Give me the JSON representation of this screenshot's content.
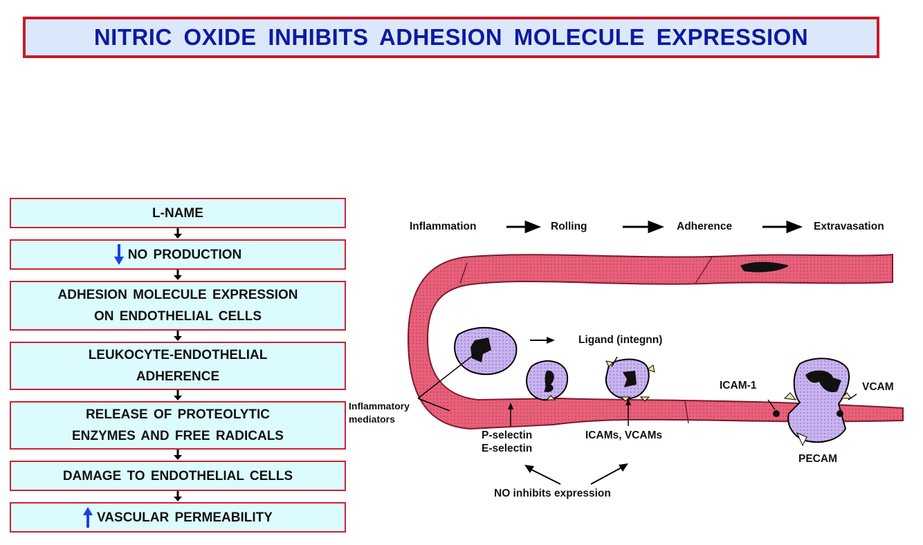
{
  "title": "NITRIC  OXIDE  INHIBITS  ADHESION  MOLECULE  EXPRESSION",
  "flowchart": {
    "steps": [
      {
        "label": "L-NAME",
        "icon": ""
      },
      {
        "label": "NO  PRODUCTION",
        "icon": "down-arrow-icon"
      },
      {
        "label": "ADHESION  MOLECULE  EXPRESSION\nON  ENDOTHELIAL  CELLS",
        "icon": ""
      },
      {
        "label": "LEUKOCYTE-ENDOTHELIAL\nADHERENCE",
        "icon": ""
      },
      {
        "label": "RELEASE  OF  PROTEOLYTIC\nENZYMES  AND  FREE  RADICALS",
        "icon": ""
      },
      {
        "label": "DAMAGE  TO  ENDOTHELIAL  CELLS",
        "icon": ""
      },
      {
        "label": "VASCULAR  PERMEABILITY",
        "icon": "up-arrow-icon"
      }
    ],
    "box_color": "#dcfbff",
    "border_color": "#c8232f",
    "indicator_color": "#1f3fe0"
  },
  "diagram": {
    "stages": [
      "Inflammation",
      "Rolling",
      "Adherence",
      "Extravasation"
    ],
    "labels": {
      "ligand": "Ligand (integnn)",
      "inflammatory_mediators": "Inflammatory\nmediators",
      "selectins": "P-selectin\nE-selectin",
      "icams_vcams": "ICAMs, VCAMs",
      "icam1": "ICAM-1",
      "vcam": "VCAM",
      "pecam": "PECAM",
      "no_inhibits": "NO inhibits expression"
    },
    "vessel_color": "#e8607a",
    "cell_color": "#c9b3f0"
  }
}
